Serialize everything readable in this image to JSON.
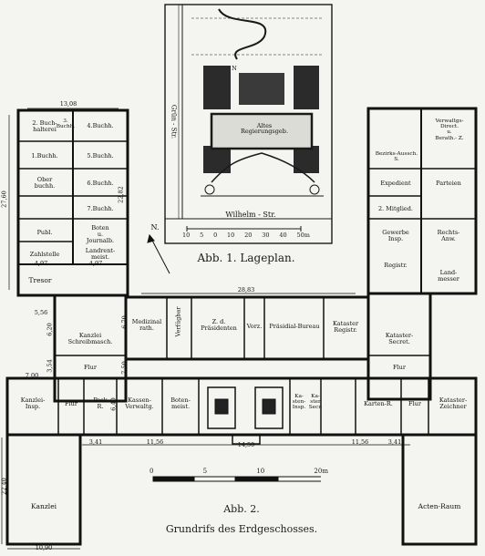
{
  "lageplan": {
    "caption": "Abb. 1. Lageplan.",
    "street_west": "Grün - Str.",
    "street_south": "Wilhelm - Str.",
    "building_label": "Altes\nRegierungsgeb.",
    "north": "N",
    "scale_ticks": [
      "10",
      "5",
      "0",
      "10",
      "20",
      "30",
      "40",
      "50m"
    ]
  },
  "plan": {
    "caption": "Abb. 2.",
    "title": "Grundrifs des Erdgeschosses.",
    "north": "N.",
    "scale_ticks": [
      "0",
      "5",
      "10",
      "20m"
    ]
  },
  "rooms": {
    "buchhalterei": "2. Buch-\nhalterei",
    "buchh3": "3.\nBuchh.",
    "buchh4": "4.Buchh.",
    "buchh1": "1.Buchh.",
    "buchh5": "5.Buchh.",
    "oberbuchh": "Ober\nbuchh.",
    "buchh6": "6.Buchh.",
    "buchh7": "7.Buchh.",
    "publ": "Publ.",
    "boten": "Boten\nu.\nJournalb.",
    "zahlstelle": "Zahlstelle",
    "landrentmeist": "Landrent-\nmeist.",
    "tresor": "Tresor",
    "verwaltgs": "Verwaltgs-\nDirect.\nu.\nBerath.- Z.",
    "bezirksaussch": "Bezirks-Aussch.\nS.",
    "expedient": "Expedient",
    "parteien": "Parteien",
    "mitglieder": "2. Mitglied.",
    "gewerbe": "Gewerbe\nInsp.",
    "rechts": "Rechts-\nAnw.",
    "registr": "Registr.",
    "landmesser": "Land-\nmesser",
    "medizinal": "Medizinal\nrath.",
    "verfugbar": "Verfügbar",
    "zdpras": "Z. d.\nPräsidenten",
    "vorz": "Vorz.",
    "prasidial": "Präsidial-Bureau",
    "kataster_registr": "Kataster\nRegistr.",
    "kataster_secret": "Kataster-\nSecret.",
    "kanzlei_schreib": "Kanzlei\nSchreibmasch.",
    "flur_left": "Flur",
    "flur_right": "Flur",
    "kanzlei_insp": "Kanzlei-\nInsp.",
    "flur_a": "Flur",
    "pask": "Pask\nR.",
    "kassen": "Kassen-\nVerwaltg.",
    "botenmeist": "Boten-\nmeist.",
    "kat_insp": "Ka-\nsten-\nInsp.",
    "kat_secr": "Ka-\nster\nSecr.",
    "karten": "Karten-R.",
    "flur_b": "Flur",
    "katasterzeichner": "Kataster-\nZeichner",
    "kanzlei": "Kanzlei",
    "acten": "Acten-Raum"
  },
  "dimensions": {
    "d1308": "13,08",
    "d2760": "27,60",
    "d2282": "22,82",
    "d497a": "4,97",
    "d497b": "4,97",
    "d2883": "28,83",
    "d556": "5,56",
    "d620": "6,20",
    "d670": "6,70",
    "d750": "7,50",
    "d640": "6,40",
    "d354": "3,54",
    "d700": "7,00",
    "d341a": "3,41",
    "d1156a": "11,56",
    "d1450": "14,50",
    "d1156b": "11,56",
    "d341b": "3,41",
    "d2240": "22,40",
    "d1090": "10,90"
  }
}
